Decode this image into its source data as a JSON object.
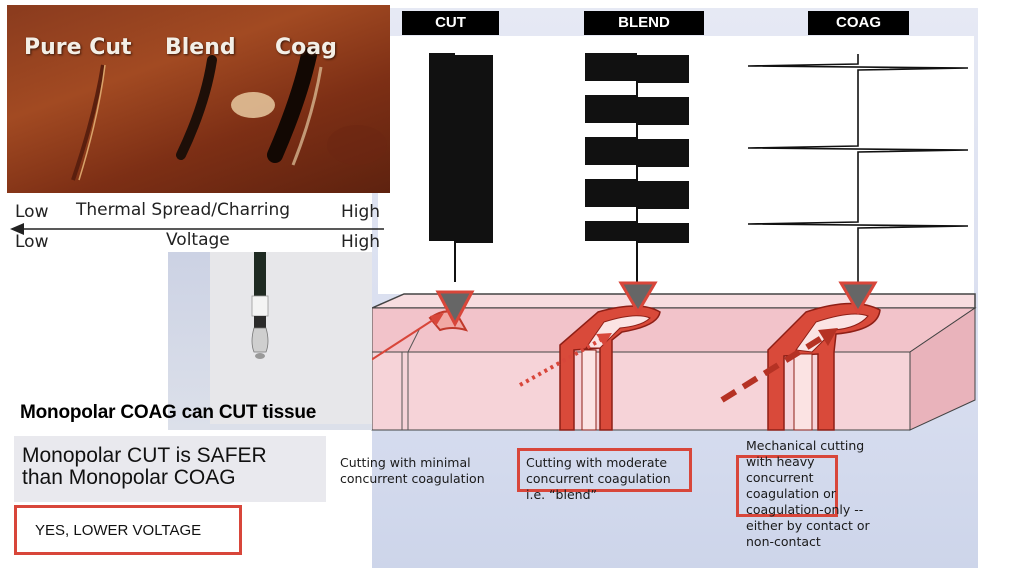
{
  "tissue_photo": {
    "labels": [
      "Pure Cut",
      "Blend",
      "Coag"
    ]
  },
  "scales": {
    "thermal": {
      "low": "Low",
      "label": "Thermal Spread/Charring",
      "high": "High"
    },
    "voltage": {
      "low": "Low",
      "label": "Voltage",
      "high": "High"
    }
  },
  "modes": [
    {
      "header": "CUT",
      "description": [
        "Cutting with minimal",
        "concurrent coagulation"
      ]
    },
    {
      "header": "BLEND",
      "description": [
        "Cutting with moderate",
        "concurrent coagulation",
        "i.e. “blend”"
      ]
    },
    {
      "header": "COAG",
      "description": [
        "Mechanical cutting",
        "with heavy",
        "concurrent",
        "coagulation or",
        "coagulation-only --",
        "either by contact or",
        "non-contact"
      ]
    }
  ],
  "claims": {
    "coag_can_cut": "Monopolar COAG can CUT tissue",
    "cut_safer_line1": "Monopolar CUT is SAFER",
    "cut_safer_line2": "than Monopolar COAG",
    "answer": "YES, LOWER VOLTAGE"
  },
  "colors": {
    "accent_red": "#d8463a",
    "tissue_pink": "#f4c9cf",
    "electrode_gray": "#555555"
  }
}
